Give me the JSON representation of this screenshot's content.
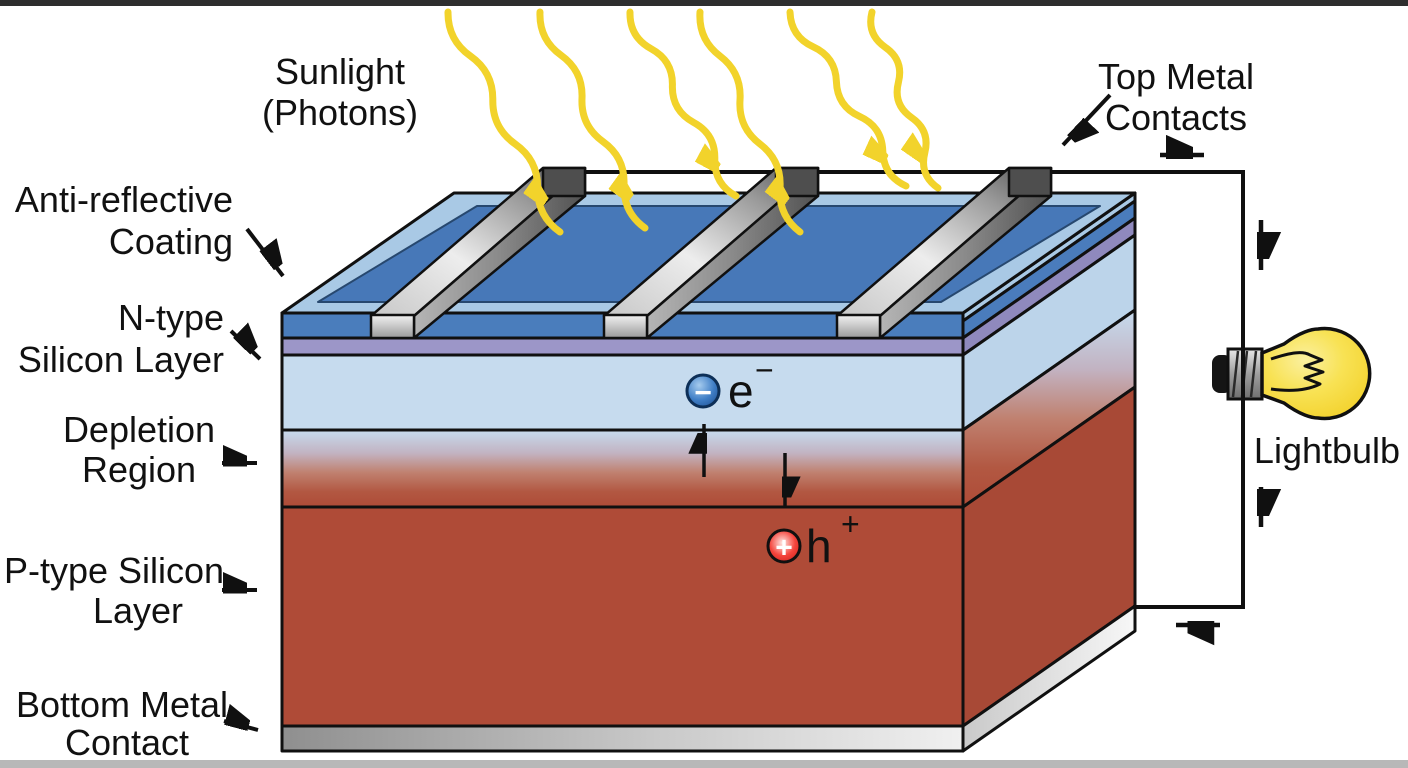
{
  "labels": {
    "sunlight": {
      "line1": "Sunlight",
      "line2": "(Photons)"
    },
    "anti_reflective_coating": {
      "line1": "Anti-reflective",
      "line2": "Coating"
    },
    "n_type_silicon_layer": {
      "line1": "N-type",
      "line2": "Silicon Layer"
    },
    "depletion_region": {
      "line1": "Depletion",
      "line2": "Region"
    },
    "p_type_silicon_layer": {
      "line1": "P-type Silicon",
      "line2": "Layer"
    },
    "bottom_metal_contact": {
      "line1": "Bottom Metal",
      "line2": "Contact"
    },
    "top_metal_contacts": {
      "line1": "Top Metal",
      "line2": "Contacts"
    },
    "lightbulb": "Lightbulb"
  },
  "particles": {
    "electron": {
      "symbol": "e",
      "charge_sign": "−",
      "circle_sign": "−"
    },
    "hole": {
      "symbol": "h",
      "charge_sign": "+",
      "circle_sign": "+"
    }
  },
  "colors": {
    "photon_yellow": "#F2D32B",
    "top_surface_blue": "#4778B8",
    "top_surface_rim_blue": "#A9C9E5",
    "anti_reflective_blue": "#4A7DBC",
    "coating_lavender": "#9C96C8",
    "n_type_light_blue": "#C6DBEE",
    "p_type_red": "#AF4B37",
    "metal_gray": "#BDBDBD",
    "electron_blue": "#2E6DB4",
    "hole_red": "#E8302A",
    "outline_black": "#101010"
  }
}
